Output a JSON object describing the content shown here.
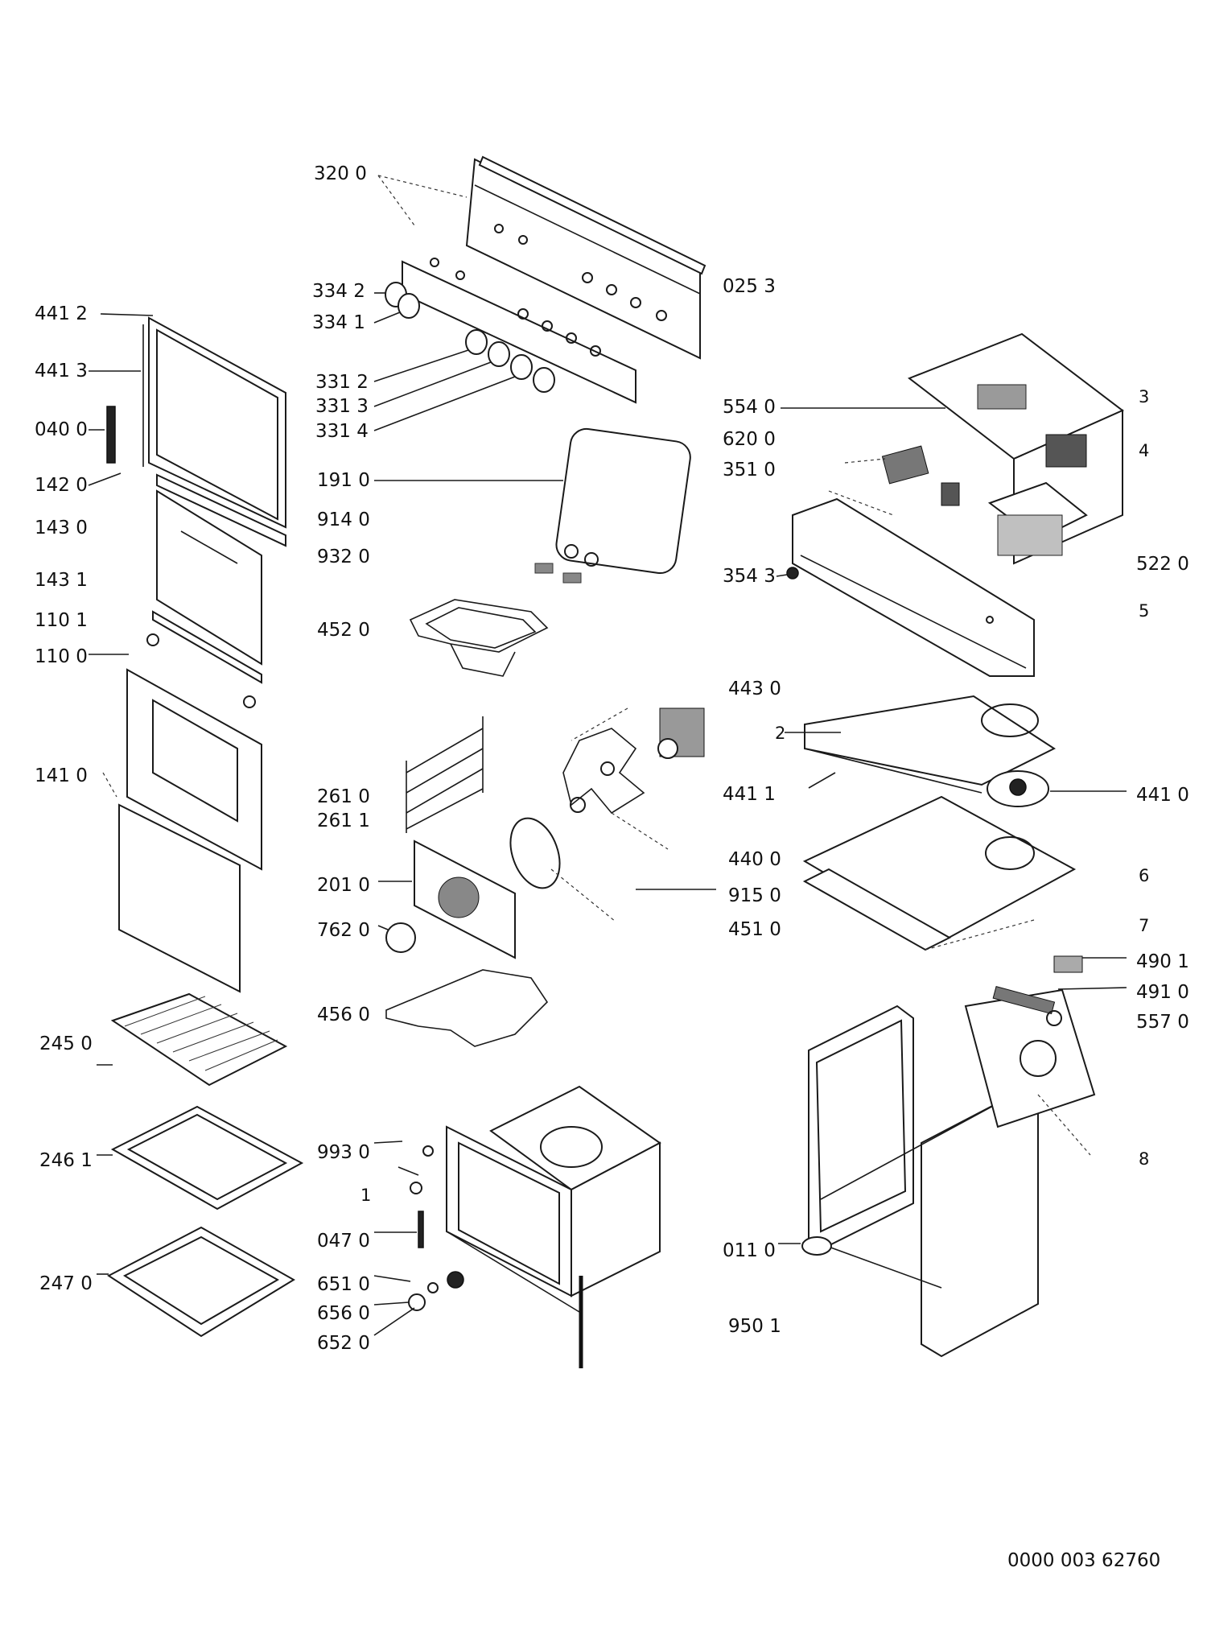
{
  "labels": {
    "l320_0": "320 0",
    "l025_3": "025 3",
    "l334_2": "334 2",
    "l334_1": "334 1",
    "l441_2": "441 2",
    "l441_3": "441 3",
    "l331_2": "331 2",
    "l331_3": "331 3",
    "l331_4": "331 4",
    "l040_0": "040 0",
    "l142_0": "142 0",
    "l191_0": "191 0",
    "l914_0": "914 0",
    "l143_0": "143 0",
    "l932_0": "932 0",
    "l143_1": "143 1",
    "l110_1": "110 1",
    "l452_0": "452 0",
    "l110_0": "110 0",
    "l554_0": "554 0",
    "l620_0": "620 0",
    "l351_0": "351 0",
    "l354_3": "354 3",
    "l522_0": "522 0",
    "l443_0": "443 0",
    "l141_0": "141 0",
    "l261_0": "261 0",
    "l261_1": "261 1",
    "l441_1": "441 1",
    "l441_0": "441 0",
    "l440_0": "440 0",
    "l201_0": "201 0",
    "l915_0": "915 0",
    "l762_0": "762 0",
    "l451_0": "451 0",
    "l490_1": "490 1",
    "l491_0": "491 0",
    "l557_0": "557 0",
    "l456_0": "456 0",
    "l245_0": "245 0",
    "l246_1": "246 1",
    "l993_0": "993 0",
    "l047_0": "047 0",
    "l011_0": "011 0",
    "l247_0": "247 0",
    "l651_0": "651 0",
    "l656_0": "656 0",
    "l652_0": "652 0",
    "l950_1": "950 1",
    "n3": "3",
    "n4": "4",
    "n5": "5",
    "n2": "2",
    "n6": "6",
    "n7": "7",
    "n8": "8",
    "n1": "1"
  },
  "drawing_code": "0000 003 62760"
}
